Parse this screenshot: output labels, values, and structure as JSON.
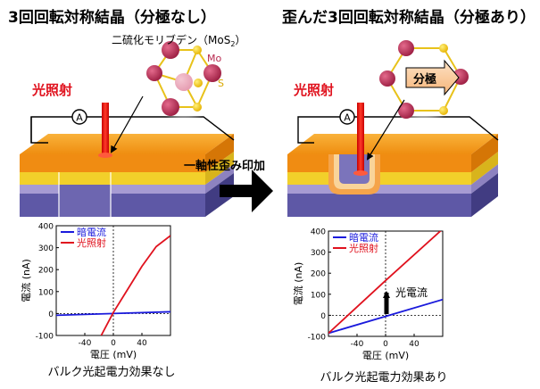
{
  "left": {
    "title": "3回回転対称結晶（分極なし）",
    "crystal_label_prefix": "二硫化モリブデン（MoS",
    "crystal_label_sub": "2",
    "crystal_label_suffix": "）",
    "atom_mo": "Mo",
    "atom_s": "S",
    "light": "光照射",
    "ammeter": "A",
    "caption": "バルク光起電力効果なし"
  },
  "right": {
    "title": "歪んだ3回回転対称結晶（分極あり）",
    "light": "光照射",
    "ammeter": "A",
    "polarization": "分極",
    "photocurrent": "光電流",
    "caption": "バルク光起電力効果あり"
  },
  "arrow_label": "一軸性歪み印加",
  "colors": {
    "dark_series": "#1a1adc",
    "light_series": "#e0121e",
    "mo_atom": "#b8284e",
    "s_atom": "#f2c413",
    "crystal_top": "#f6a21c",
    "substrate": "#5e58a6"
  },
  "chart_data": [
    {
      "type": "line",
      "xlabel": "電圧 (mV)",
      "ylabel": "電流 (nA)",
      "xlim": [
        -80,
        80
      ],
      "ylim": [
        -100,
        400
      ],
      "xticks": [
        "-40",
        "0",
        "40"
      ],
      "yticks": [
        "-100",
        "0",
        "100",
        "200",
        "300",
        "400"
      ],
      "grid": false,
      "legend": "top-left",
      "series": [
        {
          "name": "暗電流",
          "x": [
            -80,
            80
          ],
          "y": [
            -8,
            8
          ]
        },
        {
          "name": "光照射",
          "x": [
            -17,
            0,
            20,
            40,
            60,
            80
          ],
          "y": [
            -100,
            5,
            110,
            215,
            305,
            355
          ]
        }
      ]
    },
    {
      "type": "line",
      "xlabel": "電圧 (mV)",
      "ylabel": "電流 (nA)",
      "xlim": [
        -80,
        80
      ],
      "ylim": [
        -100,
        400
      ],
      "xticks": [
        "-40",
        "0",
        "40"
      ],
      "yticks": [
        "-100",
        "0",
        "100",
        "200",
        "300",
        "400"
      ],
      "grid": false,
      "legend": "top-left",
      "series": [
        {
          "name": "暗電流",
          "x": [
            -80,
            80
          ],
          "y": [
            -85,
            75
          ]
        },
        {
          "name": "光照射",
          "x": [
            -80,
            0,
            80
          ],
          "y": [
            -85,
            165,
            410
          ]
        }
      ]
    }
  ]
}
